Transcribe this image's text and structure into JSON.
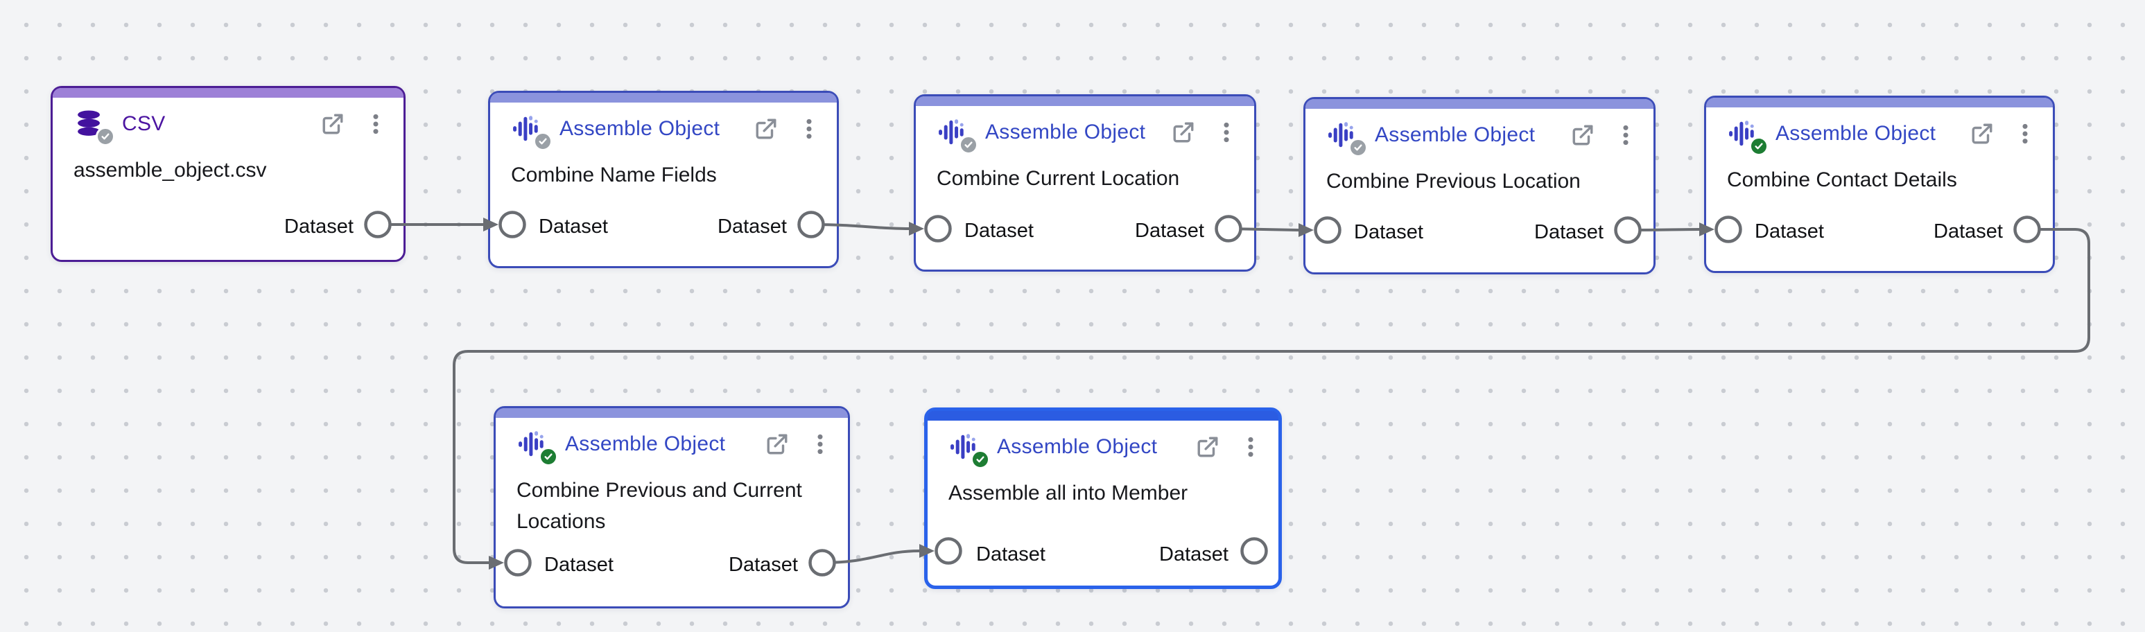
{
  "canvas": {
    "background": "#f3f4f6",
    "dot_color": "#c9ccd2"
  },
  "palette": {
    "wire": "#6a6d72",
    "port_stroke": "#6a6d72",
    "csv_accent": "#4c1d95",
    "csv_band": "#9d80d7",
    "csv_title": "#4c15a1",
    "csv_icon": "#43129e",
    "assemble_accent": "#3b4cb8",
    "assemble_band": "#8b93dd",
    "assemble_title": "#3347c4",
    "assemble_icon": "#3a3fc4",
    "selected_accent": "#2a62ea",
    "selected_band": "#2b5ce2",
    "status_gray": "#9aa0a6",
    "status_green": "#1d7d33"
  },
  "node_actions": {
    "open_icon": "open-in-new-icon",
    "menu_icon": "kebab-menu-icon"
  },
  "nodes": [
    {
      "type": "CSV",
      "title": "CSV",
      "icon": "database-icon",
      "description": "assemble_object.csv",
      "status": "not-run",
      "selected": false,
      "inputs": [],
      "outputs": [
        "Dataset"
      ]
    },
    {
      "type": "Assemble Object",
      "title": "Assemble Object",
      "icon": "assemble-bars-icon",
      "description": "Combine Name Fields",
      "status": "not-run",
      "selected": false,
      "inputs": [
        "Dataset"
      ],
      "outputs": [
        "Dataset"
      ]
    },
    {
      "type": "Assemble Object",
      "title": "Assemble Object",
      "icon": "assemble-bars-icon",
      "description": "Combine Current Location",
      "status": "not-run",
      "selected": false,
      "inputs": [
        "Dataset"
      ],
      "outputs": [
        "Dataset"
      ]
    },
    {
      "type": "Assemble Object",
      "title": "Assemble Object",
      "icon": "assemble-bars-icon",
      "description": "Combine Previous Location",
      "status": "not-run",
      "selected": false,
      "inputs": [
        "Dataset"
      ],
      "outputs": [
        "Dataset"
      ]
    },
    {
      "type": "Assemble Object",
      "title": "Assemble Object",
      "icon": "assemble-bars-icon",
      "description": "Combine Contact Details",
      "status": "success",
      "selected": false,
      "inputs": [
        "Dataset"
      ],
      "outputs": [
        "Dataset"
      ]
    },
    {
      "type": "Assemble Object",
      "title": "Assemble Object",
      "icon": "assemble-bars-icon",
      "description": "Combine Previous and Current Locations",
      "status": "success",
      "selected": false,
      "inputs": [
        "Dataset"
      ],
      "outputs": [
        "Dataset"
      ]
    },
    {
      "type": "Assemble Object",
      "title": "Assemble Object",
      "icon": "assemble-bars-icon",
      "description": "Assemble all into Member",
      "status": "success",
      "selected": true,
      "inputs": [
        "Dataset"
      ],
      "outputs": [
        "Dataset"
      ]
    }
  ],
  "connections": [
    {
      "from_node": "assemble_object.csv",
      "from_port": "Dataset",
      "to_node": "Combine Name Fields",
      "to_port": "Dataset"
    },
    {
      "from_node": "Combine Name Fields",
      "from_port": "Dataset",
      "to_node": "Combine Current Location",
      "to_port": "Dataset"
    },
    {
      "from_node": "Combine Current Location",
      "from_port": "Dataset",
      "to_node": "Combine Previous Location",
      "to_port": "Dataset"
    },
    {
      "from_node": "Combine Previous Location",
      "from_port": "Dataset",
      "to_node": "Combine Contact Details",
      "to_port": "Dataset"
    },
    {
      "from_node": "Combine Contact Details",
      "from_port": "Dataset",
      "to_node": "Combine Previous and Current Locations",
      "to_port": "Dataset"
    },
    {
      "from_node": "Combine Previous and Current Locations",
      "from_port": "Dataset",
      "to_node": "Assemble all into Member",
      "to_port": "Dataset"
    }
  ]
}
